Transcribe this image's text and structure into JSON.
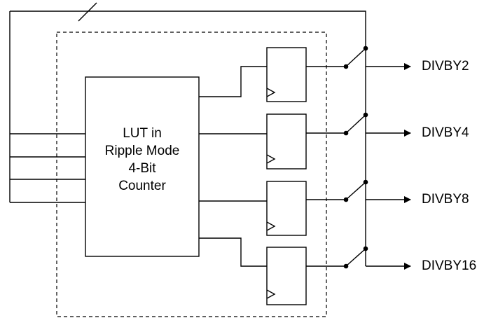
{
  "counter": {
    "lines": [
      "LUT in",
      "Ripple Mode",
      "4-Bit",
      "Counter"
    ]
  },
  "outputs": [
    "DIVBY2",
    "DIVBY4",
    "DIVBY8",
    "DIVBY16"
  ],
  "colors": {
    "line": "#000000",
    "background": "#ffffff"
  }
}
